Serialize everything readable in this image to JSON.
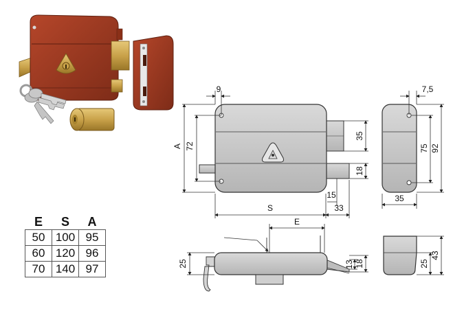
{
  "dimensions": {
    "front": {
      "A": "A",
      "v72": "72",
      "h9": "9",
      "v35": "35",
      "v18": "18",
      "h15": "15",
      "S": "S",
      "h33": "33"
    },
    "side": {
      "h7_5": "7,5",
      "v75": "75",
      "v92": "92",
      "h35": "35"
    },
    "bottom": {
      "E": "E",
      "v25": "25",
      "v13": "13",
      "v18": "18"
    },
    "bottom_side": {
      "v25": "25",
      "v43": "43"
    }
  },
  "table": {
    "headers": [
      "E",
      "S",
      "A"
    ],
    "rows": [
      [
        "50",
        "100",
        "95"
      ],
      [
        "60",
        "120",
        "96"
      ],
      [
        "70",
        "140",
        "97"
      ]
    ]
  },
  "colors": {
    "lock_body": "#9c3a22",
    "brass": "#c9a24a",
    "metal": "#c9c9c9",
    "line": "#333333"
  }
}
